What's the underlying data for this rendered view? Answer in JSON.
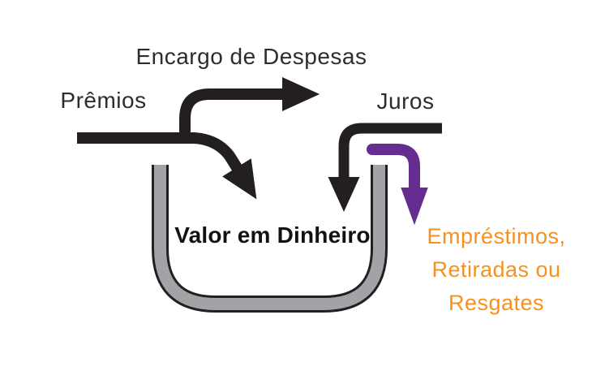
{
  "diagram": {
    "title": "cash-value flow diagram",
    "background": "#FFFFFF",
    "labels": {
      "expenses": "Encargo de Despesas",
      "premiums": "Prêmios",
      "interest": "Juros",
      "cash_value": "Valor em Dinheiro",
      "outflow_line1": "Empréstimos,",
      "outflow_line2": "Retiradas ou",
      "outflow_line3": "Resgates"
    },
    "colors": {
      "ink": "#231F20",
      "purple": "#662D91",
      "orange": "#F6911E",
      "bucket_gray": "#A1A3A6",
      "text": "#2D2D2D"
    },
    "flows": [
      {
        "name": "premiums-into-bucket",
        "from": "Prêmios",
        "to": "Valor em Dinheiro",
        "color": "#231F20"
      },
      {
        "name": "premiums-to-expenses",
        "from": "Prêmios",
        "to": "Encargo de Despesas",
        "color": "#231F20"
      },
      {
        "name": "interest-into-bucket",
        "from": "Juros",
        "to": "Valor em Dinheiro",
        "color": "#231F20"
      },
      {
        "name": "bucket-outflow",
        "from": "Valor em Dinheiro",
        "to": "Empréstimos, Retiradas ou Resgates",
        "color": "#662D91"
      }
    ]
  }
}
